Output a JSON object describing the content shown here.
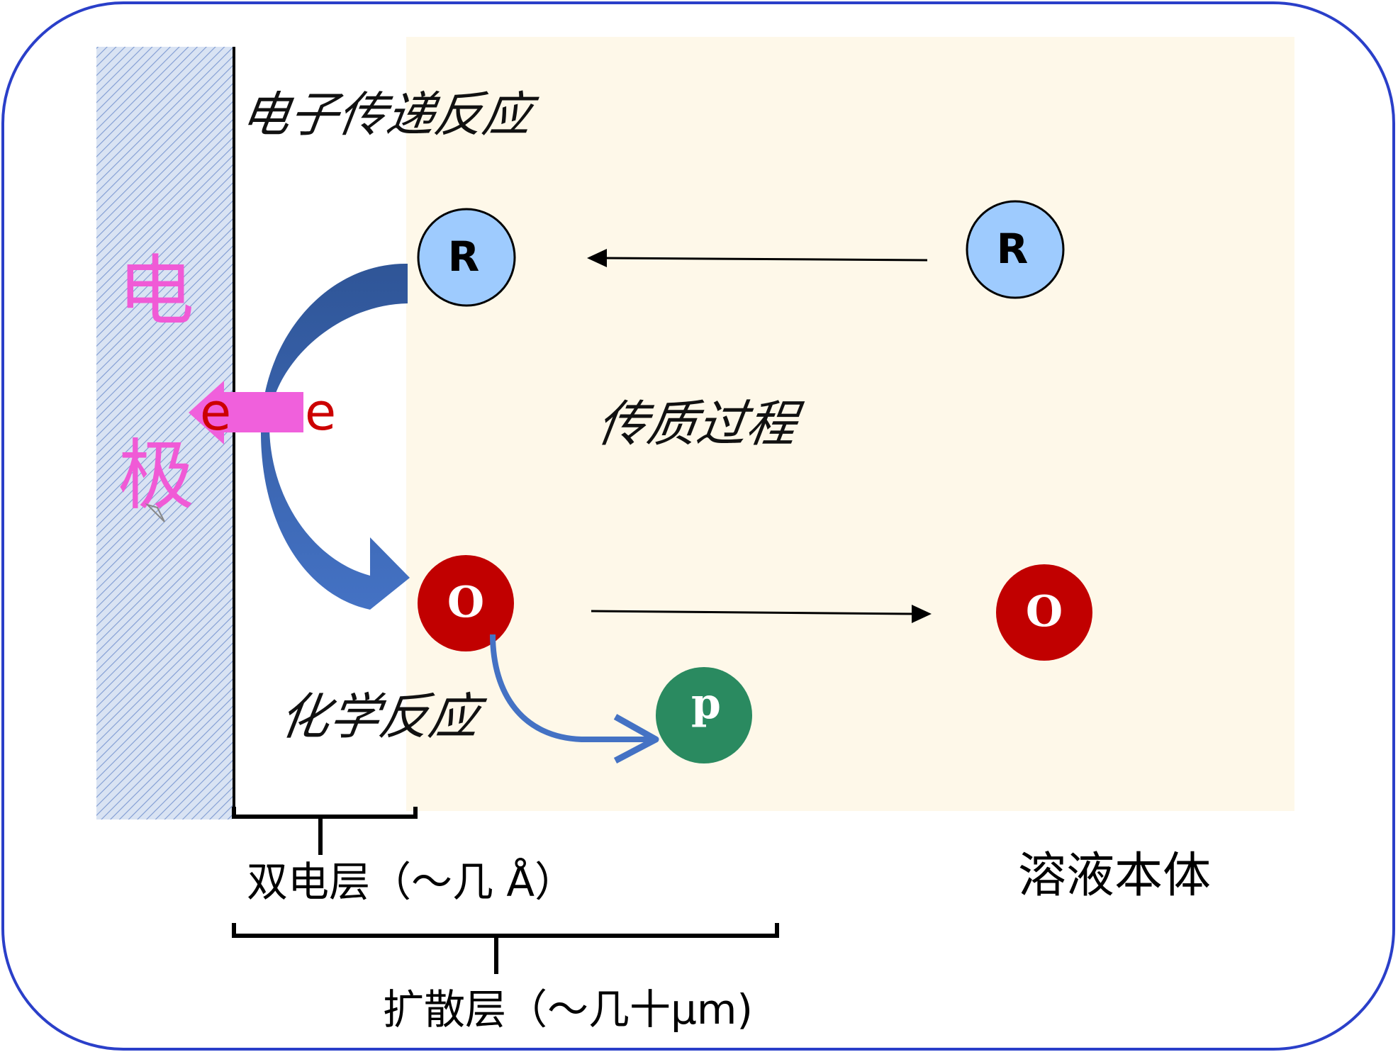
{
  "labels": {
    "electrode": "电极",
    "electrode_char1": "电",
    "electrode_char2": "极",
    "electron_transfer": "电子传递反应",
    "mass_transfer": "传质过程",
    "chemical_reaction": "化学反应",
    "double_layer": "双电层（～几 Å）",
    "diffusion_layer": "扩散层（～几十μm)",
    "bulk_solution": "溶液本体"
  },
  "species": {
    "reduced": "R",
    "oxidized": "O",
    "product": "p",
    "electron": "e"
  },
  "colors": {
    "frame_border": "#2a3fc9",
    "electrode_fill": "#c4d3ea",
    "electrode_hatch": "#6f8fcc",
    "solution_fill": "#fef8e9",
    "r_fill": "#9ecbfe",
    "o_fill": "#c10000",
    "p_fill": "#2a8a60",
    "electrode_text": "#f05ad6",
    "electron_arrow": "#f060dc",
    "electron_text": "#cc0000",
    "curved_arrow_dark": "#2f5597",
    "curved_arrow_light": "#4472c4",
    "product_arrow": "#4472c4"
  }
}
